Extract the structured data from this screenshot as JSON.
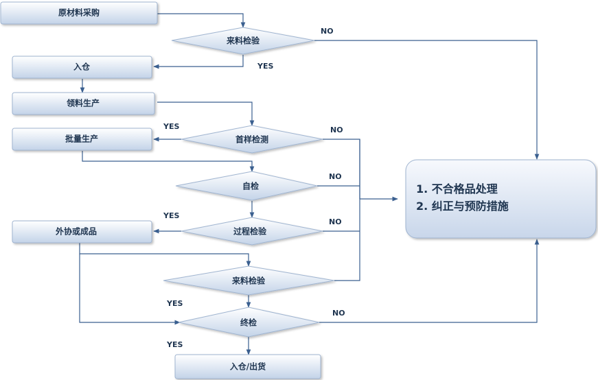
{
  "nodes": {
    "purchase": "原材料采购",
    "incoming_inspection_1": "来料检验",
    "warehouse_in": "入仓",
    "material_production": "领料生产",
    "first_article": "首样检测",
    "batch_production": "批量生产",
    "self_check": "自检",
    "process_inspection": "过程检验",
    "outsource_finished": "外协或成品",
    "incoming_inspection_2": "来料检验",
    "final_inspection": "终检",
    "warehouse_ship": "入仓/出货"
  },
  "labels": {
    "yes": "YES",
    "no": "NO"
  },
  "outcome": {
    "item1": "1. 不合格品处理",
    "item2": "2. 纠正与预防措施"
  },
  "colors": {
    "box_top": "#ffffff",
    "box_bottom": "#c3d3e8",
    "border": "#9fb4d0",
    "line": "#3a5f8f",
    "text": "#1f3550"
  }
}
